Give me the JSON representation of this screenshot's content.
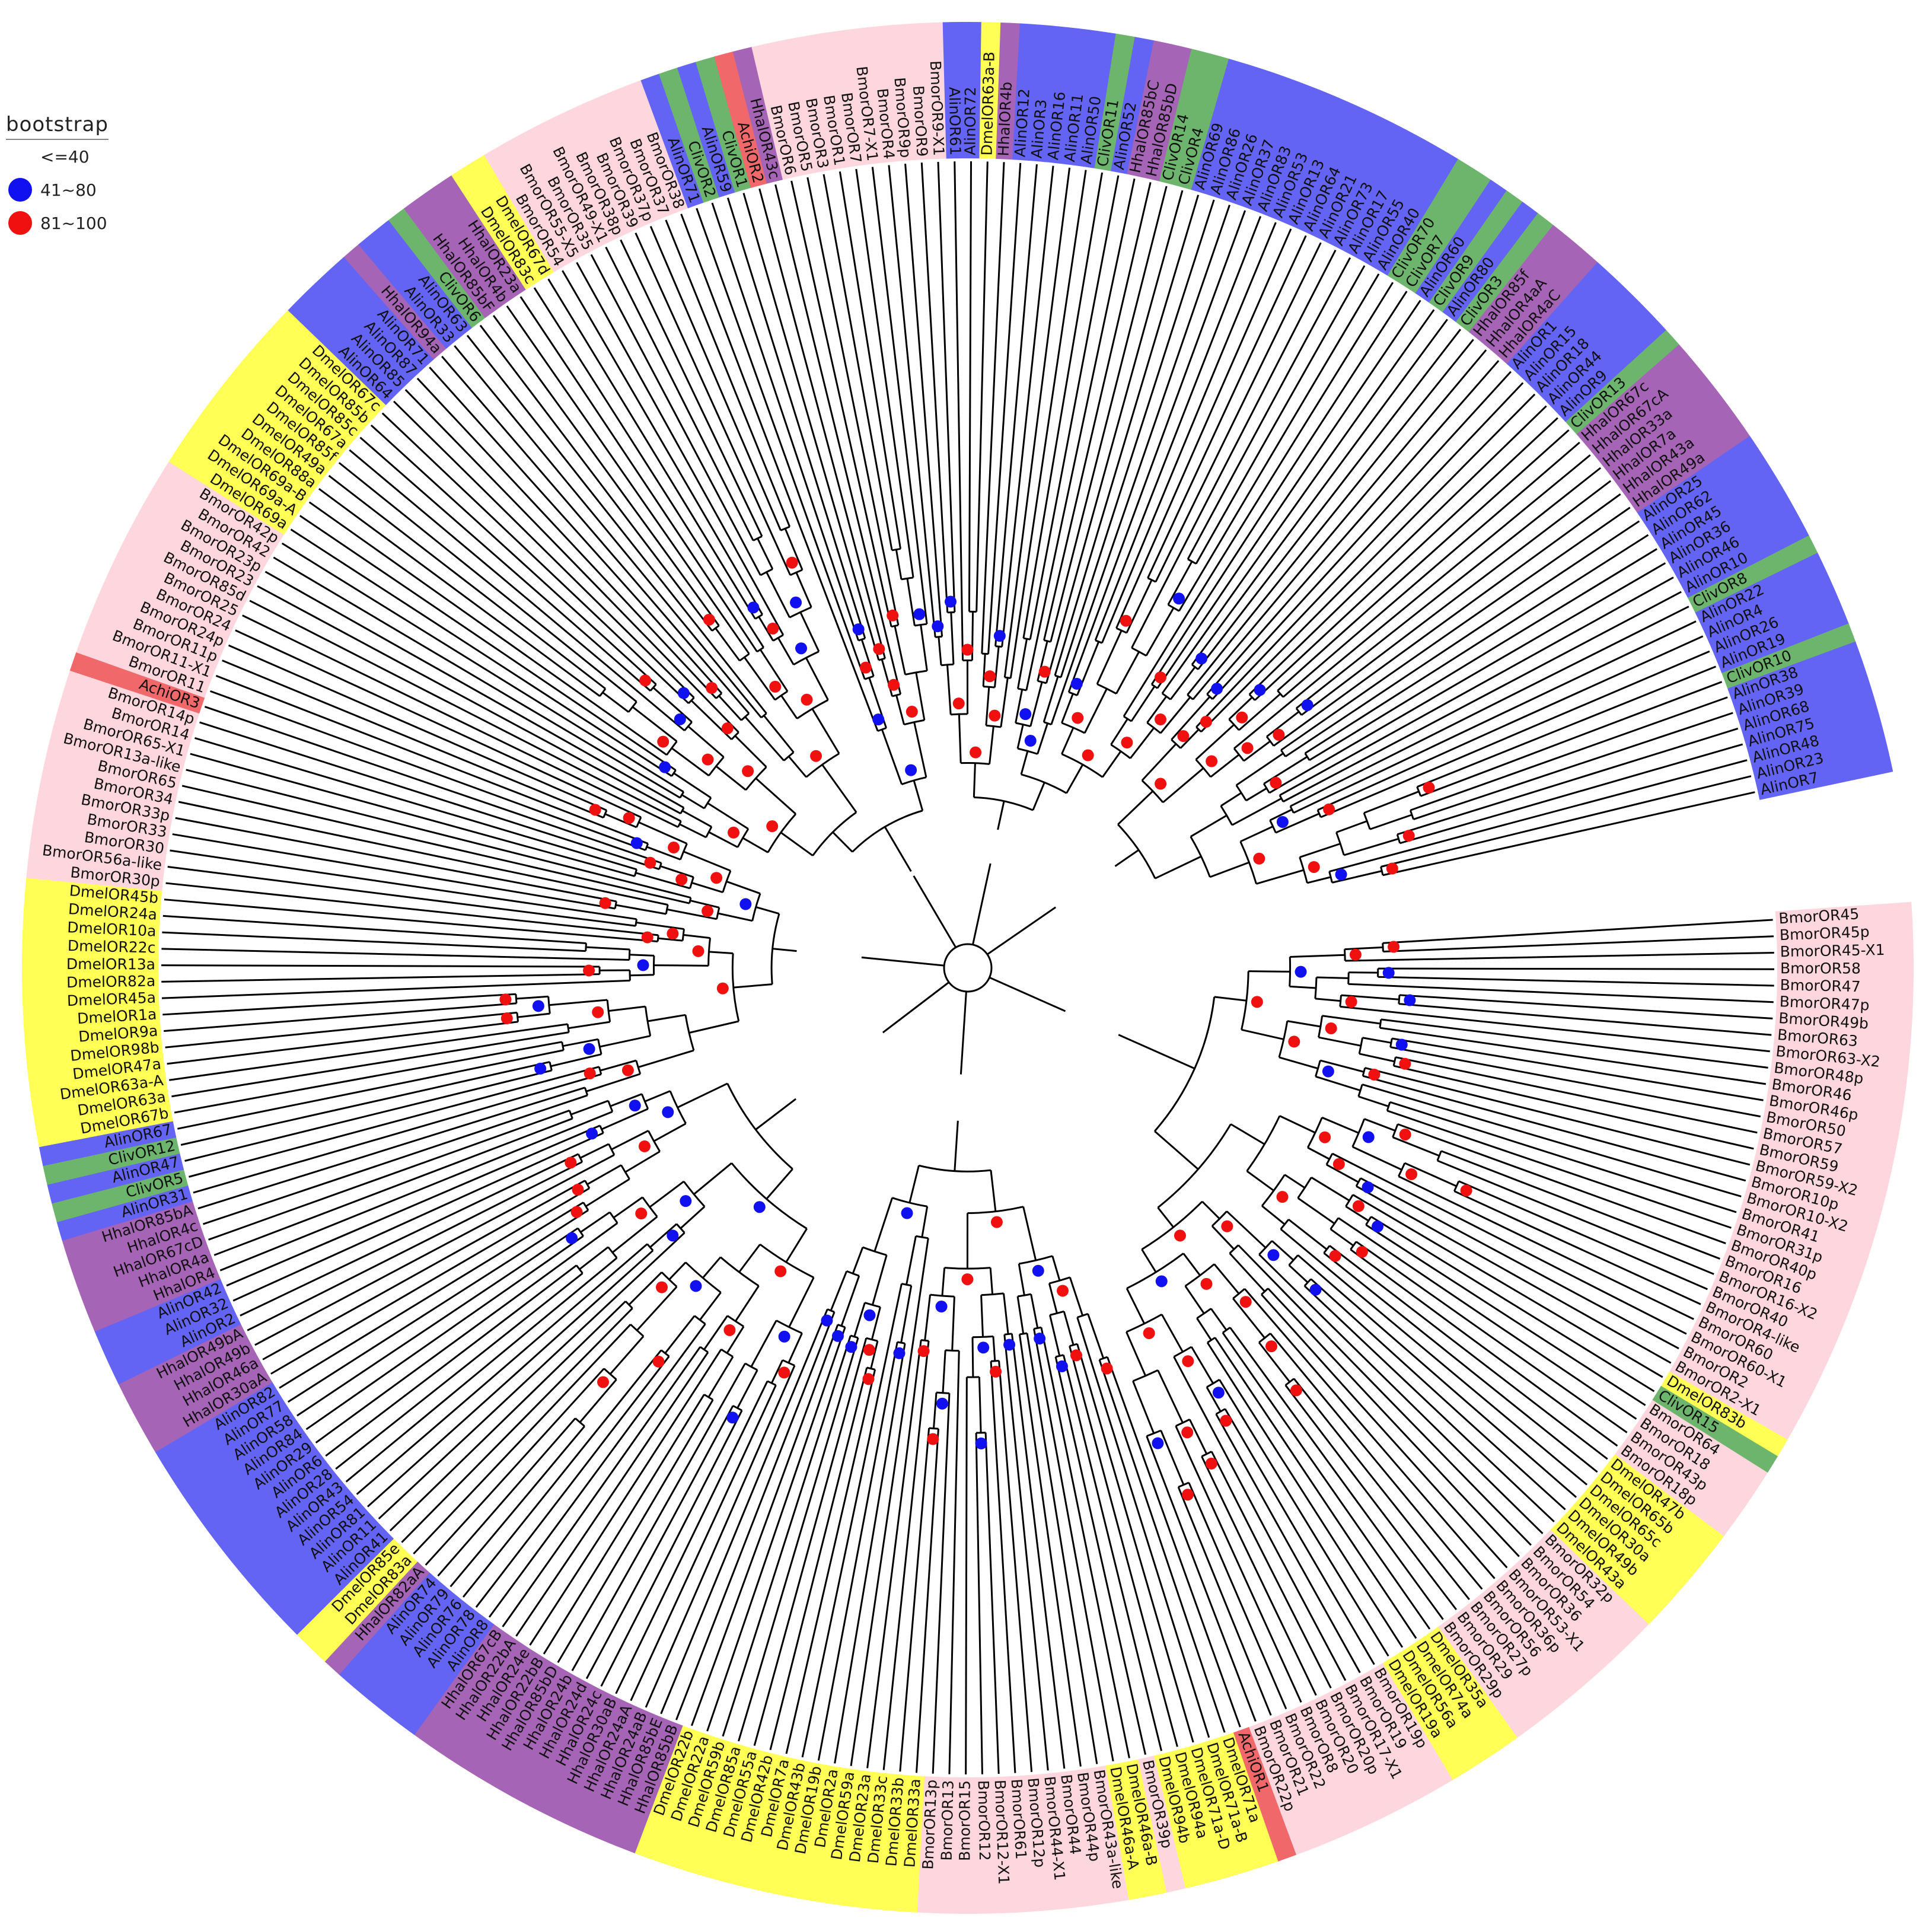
{
  "legend": {
    "title": "bootstrap",
    "items": [
      {
        "label": "<=40",
        "color": ""
      },
      {
        "label": "41~80",
        "color": "#1010f0"
      },
      {
        "label": "81~100",
        "color": "#f01010"
      }
    ]
  },
  "colors": {
    "Bmor": "#fdd7dd",
    "Dmel": "#ffff55",
    "Alin": "#6464f4",
    "Cliv": "#6db56d",
    "Hhal": "#a564b6",
    "Achi": "#f0686a",
    "node_blue": "#1010f0",
    "node_red": "#f01010",
    "branch": "#000000"
  },
  "leaves": [
    "BmorOR45",
    "BmorOR45p",
    "BmorOR45-X1",
    "BmorOR58",
    "BmorOR47",
    "BmorOR47p",
    "BmorOR49b",
    "BmorOR63",
    "BmorOR63-X2",
    "BmorOR48p",
    "BmorOR46",
    "BmorOR46p",
    "BmorOR50",
    "BmorOR57",
    "BmorOR59",
    "BmorOR59-X2",
    "BmorOR10p",
    "BmorOR10-X2",
    "BmorOR41",
    "BmorOR31p",
    "BmorOR40p",
    "BmorOR16",
    "BmorOR16-X2",
    "BmorOR40",
    "BmorOR4-like",
    "BmorOR60",
    "BmorOR60-X1",
    "BmorOR2",
    "BmorOR2-X1",
    "DmelOR83b",
    "ClivOR15",
    "BmorOR64",
    "BmorOR18",
    "BmorOR43p",
    "BmorOR18p",
    "DmelOR47b",
    "DmelOR65b",
    "DmelOR65c",
    "DmelOR30a",
    "DmelOR49b",
    "DmelOR43a",
    "BmorOR32p",
    "BmorOR54",
    "BmorOR36",
    "BmorOR53-X1",
    "BmorOR36p",
    "BmorOR56",
    "BmorOR27p",
    "BmorOR29",
    "BmorOR29p",
    "DmelOR35a",
    "DmelOR74a",
    "DmelOR56a",
    "DmelOR19a",
    "BmorOR19p",
    "BmorOR19",
    "BmorOR17-X1",
    "BmorOR20p",
    "BmorOR20",
    "BmorOR8",
    "BmorOR22",
    "BmorOR21",
    "BmorOR22p",
    "AchiOR1",
    "DmelOR71a",
    "DmelOR71a-B",
    "DmelOR71a-D",
    "DmelOR94a",
    "DmelOR94b",
    "BmorOR39p",
    "DmelOR46a-B",
    "DmelOR46a-A",
    "BmorOR43a-like",
    "BmorOR44p",
    "BmorOR44",
    "BmorOR44-X1",
    "BmorOR12p",
    "BmorOR61",
    "BmorOR12-X1",
    "BmorOR12",
    "BmorOR15",
    "BmorOR13",
    "BmorOR13p",
    "DmelOR33a",
    "DmelOR33b",
    "DmelOR33c",
    "DmelOR23a",
    "DmelOR59a",
    "DmelOR2a",
    "DmelOR19b",
    "DmelOR43b",
    "DmelOR7a",
    "DmelOR42b",
    "DmelOR55a",
    "DmelOR85a",
    "DmelOR59b",
    "DmelOR22a",
    "DmelOR22b",
    "HhalOR85bB",
    "HhalOR85bE",
    "HhalOR24aB",
    "HhalOR24aA",
    "HhalOR30aB",
    "HhalOR24c",
    "HhalOR24d",
    "HhalOR24b",
    "HhalOR85bD",
    "HhalOR22bB",
    "HhalOR24e",
    "HhalOR22bA",
    "HhalOR67cB",
    "AlinOR8",
    "AlinOR78",
    "AlinOR76",
    "AlinOR79",
    "AlinOR74",
    "HhalOR82aA",
    "DmelOR83a",
    "DmelOR85e",
    "AlinOR41",
    "AlinOR11",
    "AlinOR81",
    "AlinOR54",
    "AlinOR43",
    "AlinOR28",
    "AlinOR6",
    "AlinOR29",
    "AlinOR84",
    "AlinOR58",
    "AlinOR77",
    "AlinOR82",
    "HhalOR30aA",
    "HhalOR46a",
    "HhalOR49b",
    "HhalOR49bA",
    "AlinOR2",
    "AlinOR32",
    "AlinOR42",
    "HhalOR4",
    "HhalOR4a",
    "HhalOR67cD",
    "HhalOR4c",
    "HhalOR85bA",
    "AlinOR31",
    "ClivOR5",
    "AlinOR47",
    "ClivOR12",
    "AlinOR67",
    "DmelOR67b",
    "DmelOR63a",
    "DmelOR63a-A",
    "DmelOR47a",
    "DmelOR98b",
    "DmelOR9a",
    "DmelOR1a",
    "DmelOR45a",
    "DmelOR82a",
    "DmelOR13a",
    "DmelOR22c",
    "DmelOR10a",
    "DmelOR24a",
    "DmelOR45b",
    "BmorOR30p",
    "BmorOR56a-like",
    "BmorOR30",
    "BmorOR33",
    "BmorOR33p",
    "BmorOR34",
    "BmorOR65",
    "BmorOR13a-like",
    "BmorOR65-X1",
    "BmorOR14",
    "BmorOR14p",
    "AchiOR3",
    "BmorOR11",
    "BmorOR11-X1",
    "BmorOR11p",
    "BmorOR24p",
    "BmorOR24",
    "BmorOR25",
    "BmorOR85d",
    "BmorOR23",
    "BmorOR23p",
    "BmorOR42",
    "BmorOR42p",
    "DmelOR69a",
    "DmelOR69a-A",
    "DmelOR69a-B",
    "DmelOR88a",
    "DmelOR49a",
    "DmelOR85f",
    "DmelOR67a",
    "DmelOR85c",
    "DmelOR85b",
    "DmelOR67c",
    "AlinOR64",
    "AlinOR85",
    "AlinOR87",
    "AlinOR71",
    "HhalOR94a",
    "AlinOR33",
    "AlinOR63",
    "ClivOR6",
    "HhalOR85bF",
    "HhalOR4b",
    "HhalOR23a",
    "DmelOR83c",
    "DmelOR67d",
    "BmorOR54",
    "BmorOR55-X5",
    "BmorOR35",
    "BmorOR49-X1",
    "BmorOR38p",
    "BmorOR39",
    "BmorOR37p",
    "BmorOR37",
    "BmorOR38",
    "AlinOR71",
    "ClivOR2",
    "AlinOR59",
    "ClivOR1",
    "AchiOR2",
    "HhalOR43c",
    "BmorOR6",
    "BmorOR5",
    "BmorOR3",
    "BmorOR1",
    "BmorOR7",
    "BmorOR7-X1",
    "BmorOR4",
    "BmorOR9p",
    "BmorOR9",
    "BmorOR9-X1",
    "AlinOR61",
    "AlinOR72",
    "DmelOR63a-B",
    "HhalOR4b",
    "AlinOR12",
    "AlinOR3",
    "AlinOR16",
    "AlinOR11",
    "AlinOR50",
    "ClivOR11",
    "AlinOR52",
    "HhalOR85bC",
    "HhalOR85bD",
    "ClivOR14",
    "ClivOR4",
    "AlinOR69",
    "AlinOR86",
    "AlinOR26",
    "AlinOR37",
    "AlinOR83",
    "AlinOR53",
    "AlinOR13",
    "AlinOR64",
    "AlinOR21",
    "AlinOR73",
    "AlinOR17",
    "AlinOR55",
    "AlinOR40",
    "ClivOR70",
    "ClivOR7",
    "AlinOR60",
    "ClivOR9",
    "AlinOR80",
    "ClivOR3",
    "HhalOR85f",
    "HhalOR4aA",
    "HhalOR4aC",
    "AlinOR1",
    "AlinOR15",
    "AlinOR18",
    "AlinOR44",
    "AlinOR9",
    "ClivOR13",
    "HhalOR67c",
    "HhalOR67cA",
    "HhalOR33a",
    "HhalOR7a",
    "HhalOR43a",
    "HhalOR49a",
    "AlinOR25",
    "AlinOR62",
    "AlinOR45",
    "AlinOR36",
    "AlinOR46",
    "AlinOR10",
    "ClivOR8",
    "AlinOR22",
    "AlinOR4",
    "AlinOR26",
    "AlinOR19",
    "ClivOR10",
    "AlinOR38",
    "AlinOR39",
    "AlinOR68",
    "AlinOR75",
    "AlinOR48",
    "AlinOR23",
    "AlinOR7"
  ]
}
